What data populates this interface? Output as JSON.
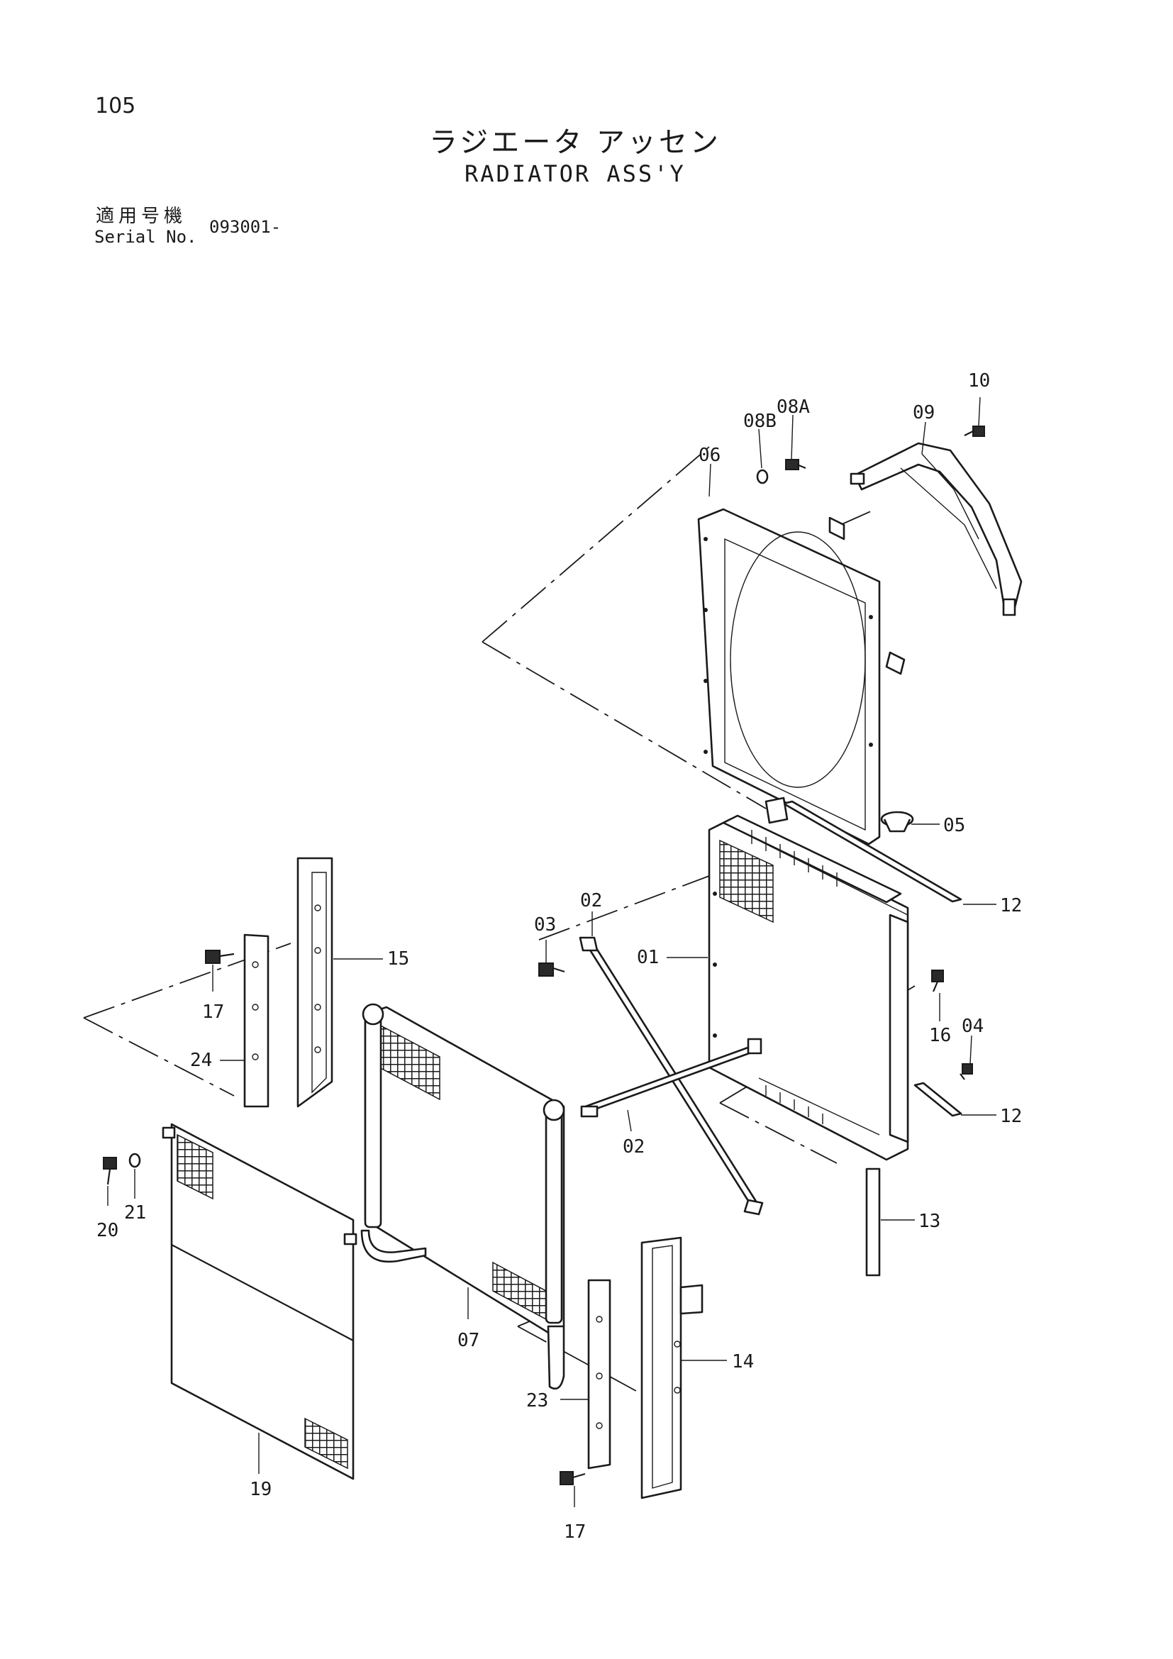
{
  "header": {
    "page_number": "105",
    "title_jp": "ラジエータ アッセン",
    "title_en": "RADIATOR ASS'Y",
    "serial_label_jp": "適用号機",
    "serial_label_en": "Serial No.",
    "serial_value": "093001-"
  },
  "parts": [
    {
      "id": "01",
      "label": "01"
    },
    {
      "id": "02a",
      "label": "02"
    },
    {
      "id": "02b",
      "label": "02"
    },
    {
      "id": "03",
      "label": "03"
    },
    {
      "id": "04",
      "label": "04"
    },
    {
      "id": "05",
      "label": "05"
    },
    {
      "id": "06",
      "label": "06"
    },
    {
      "id": "07",
      "label": "07"
    },
    {
      "id": "08A",
      "label": "08A"
    },
    {
      "id": "08B",
      "label": "08B"
    },
    {
      "id": "09",
      "label": "09"
    },
    {
      "id": "10",
      "label": "10"
    },
    {
      "id": "12a",
      "label": "12"
    },
    {
      "id": "12b",
      "label": "12"
    },
    {
      "id": "13",
      "label": "13"
    },
    {
      "id": "14",
      "label": "14"
    },
    {
      "id": "15",
      "label": "15"
    },
    {
      "id": "16",
      "label": "16"
    },
    {
      "id": "17a",
      "label": "17"
    },
    {
      "id": "17b",
      "label": "17"
    },
    {
      "id": "19",
      "label": "19"
    },
    {
      "id": "20",
      "label": "20"
    },
    {
      "id": "21",
      "label": "21"
    },
    {
      "id": "23",
      "label": "23"
    },
    {
      "id": "24",
      "label": "24"
    }
  ]
}
